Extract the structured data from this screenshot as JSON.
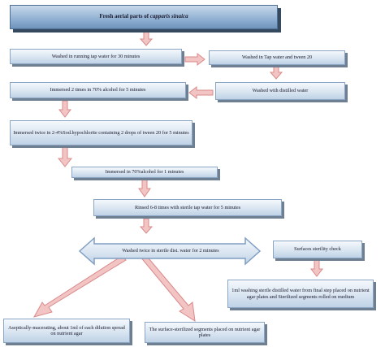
{
  "title": {
    "prefix": "Fresh aerial parts of",
    "species": "capparis sinaica"
  },
  "steps": {
    "s1": "Washed in running tap water for 30 minutes",
    "s2": "Washed in Tap water and tween 20",
    "s3": "Washed with distilled water",
    "s4": "Immersed 2 times in 70% alcohol for 5 minutes",
    "s5": "Immersed twice in 2-4%Sod.hypochlorite containing 2 drops of tween 20 for 5 minutes",
    "s6": "Immersed in 70%alcohol for 1 minutes",
    "s7": "Rinsed 6-8 times with sterile tap water for 5 minutes",
    "s8": "Washed twice in sterile dist. water for 2 minutes",
    "s9": "Surfaces sterility check",
    "s10": "1ml washing sterile distilled water from final step placed on nutrient agar plates and Sterilized segments rolled on medium",
    "s11": "Aseptically-macerating, about 1ml of each dilution spread on nutrient agar",
    "s12": "The surface-sterilized segments placed on nutrient agar plates"
  },
  "colors": {
    "arrow_fill": "#f3c4c4",
    "arrow_stroke": "#d98a8a",
    "box_border": "#8aa6c4",
    "shadow": "#6f7f92"
  }
}
